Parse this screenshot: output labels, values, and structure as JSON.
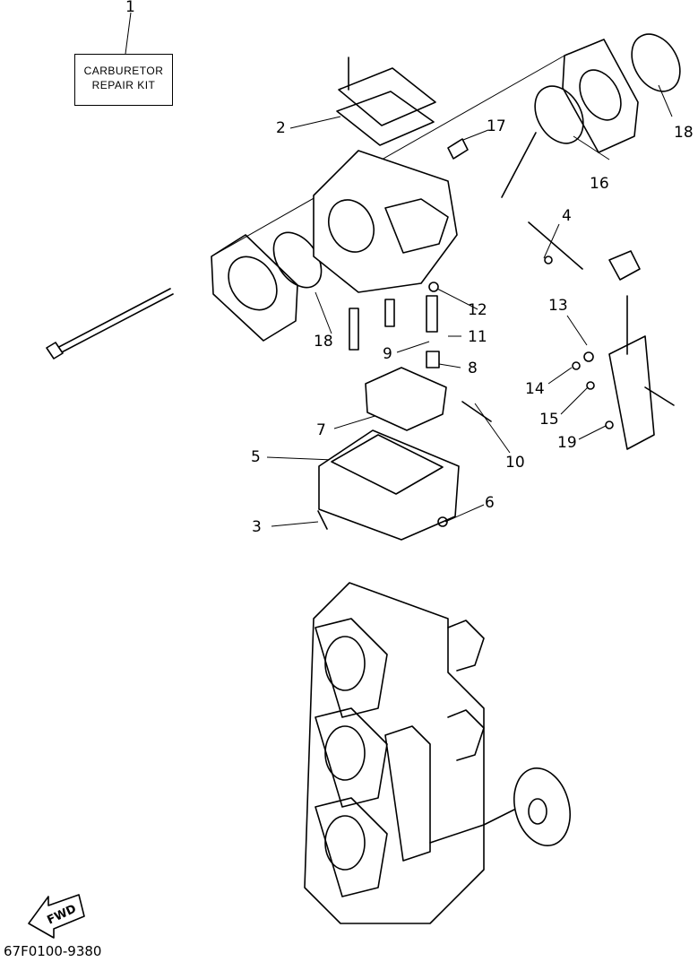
{
  "kit_label": {
    "line1": "CARBURETOR",
    "line2": "REPAIR KIT"
  },
  "callouts": [
    "1",
    "2",
    "3",
    "4",
    "5",
    "6",
    "7",
    "8",
    "9",
    "10",
    "11",
    "12",
    "13",
    "14",
    "15",
    "16",
    "17",
    "18",
    "18",
    "19"
  ],
  "fwd_label": "FWD",
  "part_code": "67F0100-9380"
}
